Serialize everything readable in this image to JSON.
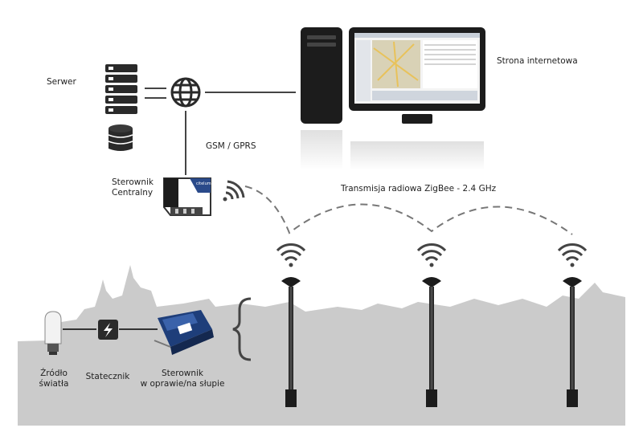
{
  "labels": {
    "server": "Serwer",
    "website": "Strona internetowa",
    "gsm": "GSM / GPRS",
    "central_line1": "Sterownik",
    "central_line2": "Centralny",
    "zigbee": "Transmisja radiowa ZigBee - 2.4 GHz",
    "light_line1": "Źródło",
    "light_line2": "światła",
    "ballast": "Statecznik",
    "lamp_ctrl_line1": "Sterownik",
    "lamp_ctrl_line2": "w oprawie/na słupie",
    "device_brand": "citelum"
  },
  "colors": {
    "skyline": "#c9c9c9",
    "line": "#555555",
    "dark": "#2a2a2a",
    "device_blue": "#2a4a8a"
  }
}
